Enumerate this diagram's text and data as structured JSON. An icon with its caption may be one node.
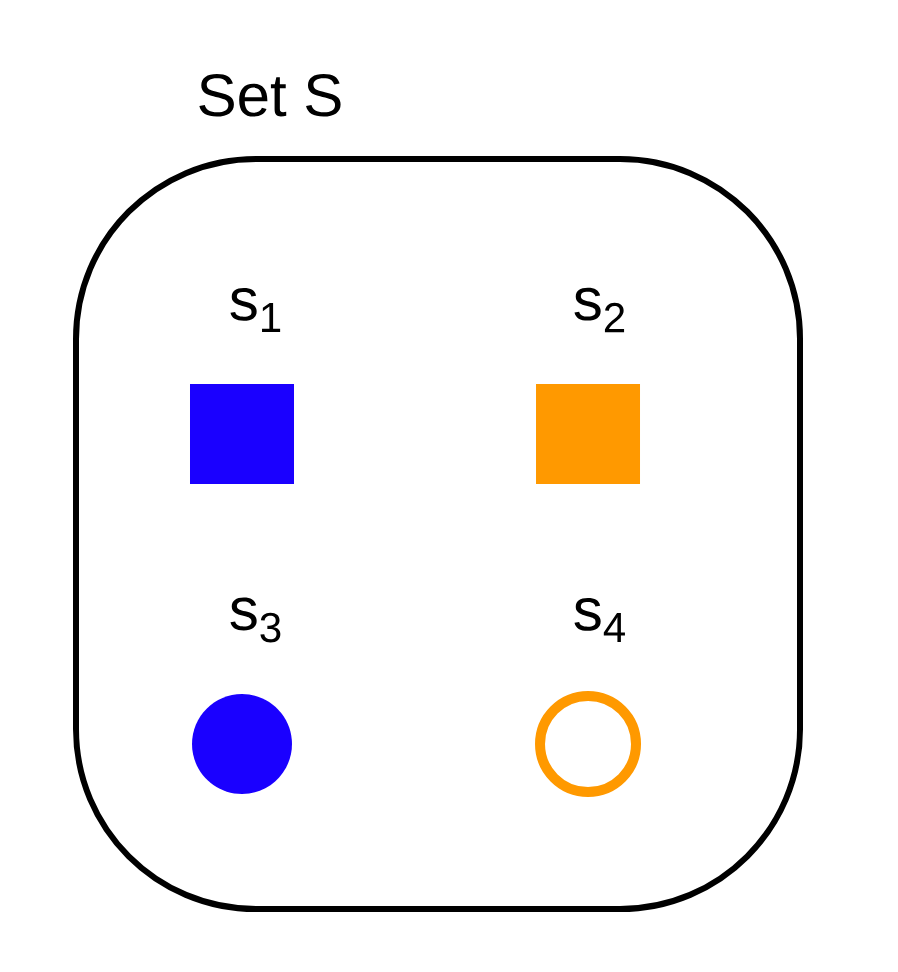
{
  "diagram": {
    "nodes": [
      {
        "text": [
          "Set S"
        ]
      },
      {
        "text": [
          "s$_{1}$"
        ],
        "in": 0
      },
      {
        "text": [
          "s$_{2}$"
        ],
        "in": 0
      },
      {
        "text": [
          "s$_{3}$"
        ],
        "in": 0
      },
      {
        "text": [
          "s$_{4}$"
        ],
        "in": 0
      }
    ]
  }
}
